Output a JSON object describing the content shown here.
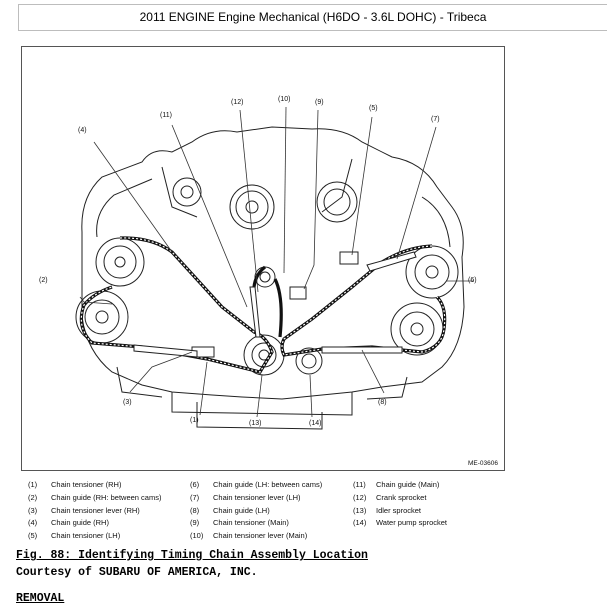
{
  "header": {
    "title": "2011 ENGINE Engine Mechanical (H6DO - 3.6L DOHC) - Tribeca"
  },
  "figure": {
    "figure_id": "ME-03606",
    "callouts": {
      "c1": "(1)",
      "c2": "(2)",
      "c3": "(3)",
      "c4": "(4)",
      "c5": "(5)",
      "c6": "(6)",
      "c7": "(7)",
      "c8": "(8)",
      "c9": "(9)",
      "c10": "(10)",
      "c11": "(11)",
      "c12": "(12)",
      "c13": "(13)",
      "c14": "(14)"
    }
  },
  "legend": {
    "col1": [
      {
        "num": "(1)",
        "text": "Chain tensioner (RH)"
      },
      {
        "num": "(2)",
        "text": "Chain guide (RH: between cams)"
      },
      {
        "num": "(3)",
        "text": "Chain tensioner lever (RH)"
      },
      {
        "num": "(4)",
        "text": "Chain guide (RH)"
      },
      {
        "num": "(5)",
        "text": "Chain tensioner (LH)"
      }
    ],
    "col2": [
      {
        "num": "(6)",
        "text": "Chain guide (LH: between cams)"
      },
      {
        "num": "(7)",
        "text": "Chain tensioner lever (LH)"
      },
      {
        "num": "(8)",
        "text": "Chain guide (LH)"
      },
      {
        "num": "(9)",
        "text": "Chain tensioner (Main)"
      },
      {
        "num": "(10)",
        "text": "Chain tensioner lever (Main)"
      }
    ],
    "col3": [
      {
        "num": "(11)",
        "text": "Chain guide (Main)"
      },
      {
        "num": "(12)",
        "text": "Crank sprocket"
      },
      {
        "num": "(13)",
        "text": "Idler sprocket"
      },
      {
        "num": "(14)",
        "text": "Water pump sprocket"
      }
    ]
  },
  "caption": "Fig. 88: Identifying Timing Chain Assembly Location",
  "courtesy": "Courtesy of SUBARU OF AMERICA, INC.",
  "next_heading": "REMOVAL"
}
